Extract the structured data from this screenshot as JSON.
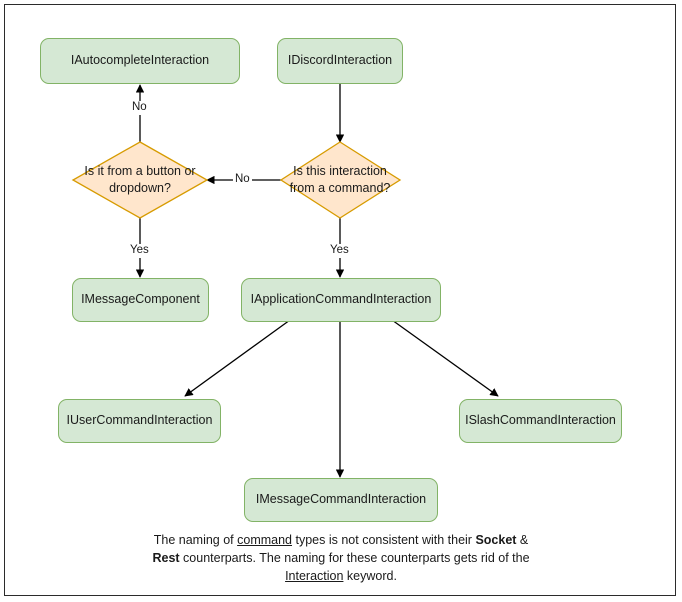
{
  "diagram": {
    "type": "flowchart",
    "nodes": [
      {
        "id": "autocomplete",
        "shape": "box",
        "label": "IAutocompleteInteraction"
      },
      {
        "id": "discord",
        "shape": "box",
        "label": "IDiscordInteraction"
      },
      {
        "id": "button_or_dropdown",
        "shape": "diamond",
        "label": "Is it from a button or dropdown?"
      },
      {
        "id": "from_command",
        "shape": "diamond",
        "label": "Is this interaction from a command?"
      },
      {
        "id": "message_component",
        "shape": "box",
        "label": "IMessageComponent"
      },
      {
        "id": "application_command",
        "shape": "box",
        "label": "IApplicationCommandInteraction"
      },
      {
        "id": "user_command",
        "shape": "box",
        "label": "IUserCommandInteraction"
      },
      {
        "id": "message_command",
        "shape": "box",
        "label": "IMessageCommandInteraction"
      },
      {
        "id": "slash_command",
        "shape": "box",
        "label": "ISlashCommandInteraction"
      }
    ],
    "edges": [
      {
        "from": "discord",
        "to": "from_command",
        "label": ""
      },
      {
        "from": "from_command",
        "to": "button_or_dropdown",
        "label": "No"
      },
      {
        "from": "button_or_dropdown",
        "to": "autocomplete",
        "label": "No"
      },
      {
        "from": "button_or_dropdown",
        "to": "message_component",
        "label": "Yes"
      },
      {
        "from": "from_command",
        "to": "application_command",
        "label": "Yes"
      },
      {
        "from": "application_command",
        "to": "user_command",
        "label": ""
      },
      {
        "from": "application_command",
        "to": "message_command",
        "label": ""
      },
      {
        "from": "application_command",
        "to": "slash_command",
        "label": ""
      }
    ],
    "colors": {
      "box_fill": "#d5e8d4",
      "box_stroke": "#82b366",
      "diamond_fill": "#ffe6cc",
      "diamond_stroke": "#d79b00",
      "edge_stroke": "#000000",
      "text": "#1a1a1a",
      "page_border": "#2b2b2b",
      "background": "#ffffff"
    }
  },
  "footer": {
    "part1": "The naming of ",
    "underline1": "command",
    "part2": " types is not consistent with their ",
    "bold1": "Socket",
    "part3": " & ",
    "bold2": "Rest",
    "part4": " counterparts. The naming for these counterparts gets rid of the ",
    "underline2": "Interaction",
    "part5": " keyword."
  }
}
